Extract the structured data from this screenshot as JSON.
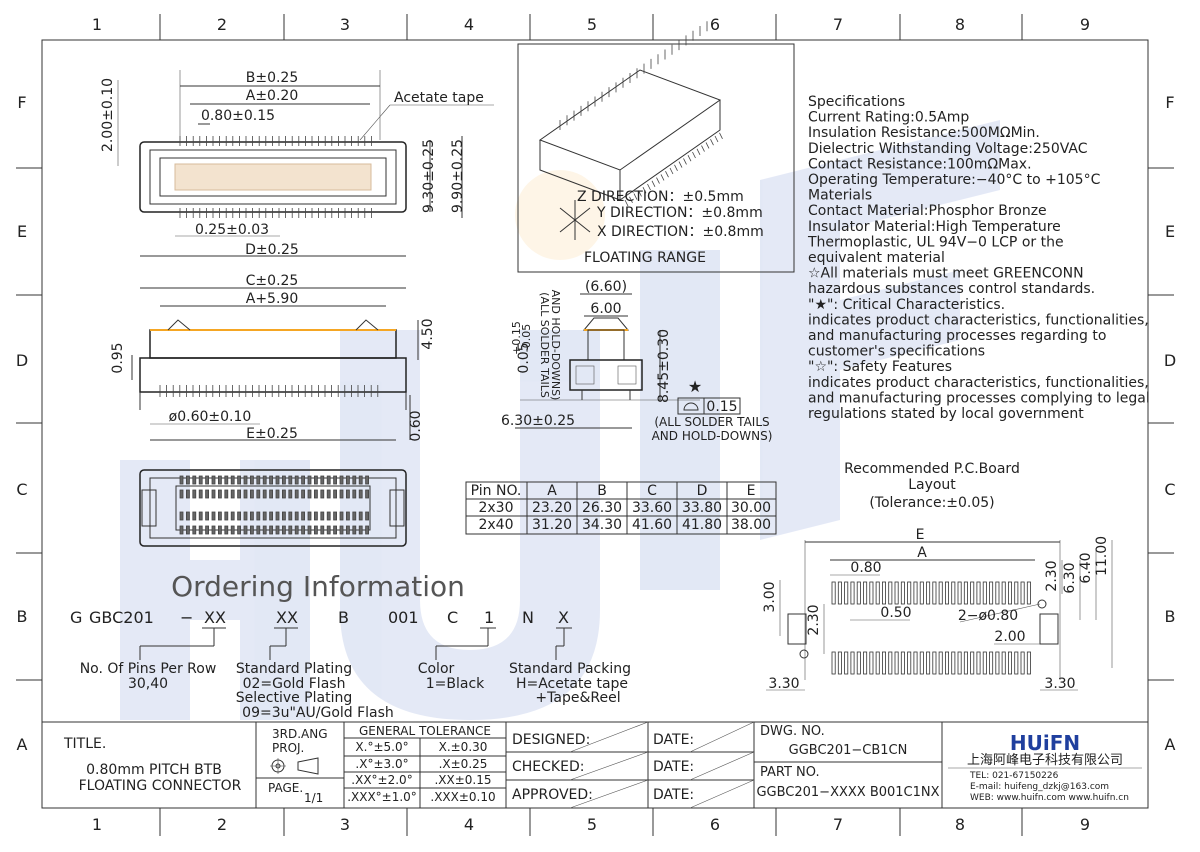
{
  "grid": {
    "cols": [
      "1",
      "2",
      "3",
      "4",
      "5",
      "6",
      "7",
      "8",
      "9"
    ],
    "rows": [
      "F",
      "E",
      "D",
      "C",
      "B",
      "A"
    ]
  },
  "top_view": {
    "dims": [
      "B±0.25",
      "A±0.20",
      "0.80±0.15",
      "Acetate tape",
      "2.00±0.10",
      "9.30±0.25",
      "9.90±0.25",
      "0.25±0.03",
      "D±0.25"
    ]
  },
  "side_view": {
    "dims": [
      "C±0.25",
      "A+5.90",
      "4.50",
      "0.95",
      "ø0.60±0.10",
      "E±0.25",
      "0.60"
    ]
  },
  "floating": {
    "z": "Z DIRECTION：±0.5mm",
    "y": "Y DIRECTION：±0.8mm",
    "x": "X DIRECTION：±0.8mm",
    "caption": "FLOATING RANGE"
  },
  "end_view": {
    "dims": [
      "(6.60)",
      "6.00",
      "8.45±0.30",
      "0.05",
      "+0.15",
      "-0.05",
      "6.30±0.25",
      "0.15"
    ],
    "note_a": "(ALL SOLDER TAILS",
    "note_b": "AND HOLD-DOWNS)",
    "star": "★"
  },
  "specs": [
    "Specifications",
    "Current Rating:0.5Amp",
    "Insulation Resistance:500MΩMin.",
    "Dielectric Withstanding Voltage:250VAC",
    "Contact Resistance:100mΩMax.",
    "Operating Temperature:−40°C to +105°C",
    "Materials",
    "Contact Material:Phosphor Bronze",
    "Insulator Material:High Temperature",
    "Thermoplastic, UL 94V−0 LCP or the",
    "equivalent material",
    "☆All materials must meet GREENCONN",
    "hazardous substances control standards.",
    "\"★\": Critical Characteristics.",
    "indicates product characteristics, functionalities,",
    "and manufacturing processes regarding to",
    "customer's specifications",
    "\"☆\": Safety Features",
    "indicates product characteristics, functionalities,",
    "and manufacturing processes complying to legal",
    "regulations stated by local government"
  ],
  "pin_table": {
    "headers": [
      "Pin NO.",
      "A",
      "B",
      "C",
      "D",
      "E"
    ],
    "rows": [
      [
        "2x30",
        "23.20",
        "26.30",
        "33.60",
        "33.80",
        "30.00"
      ],
      [
        "2x40",
        "31.20",
        "34.30",
        "41.60",
        "41.80",
        "38.00"
      ]
    ]
  },
  "pcb": {
    "title1": "Recommended P.C.Board",
    "title2": "Layout",
    "title3": "(Tolerance:±0.05)",
    "dims": [
      "E",
      "A",
      "0.80",
      "2.30",
      "6.30",
      "6.40",
      "11.00",
      "3.00",
      "2.30",
      "0.50",
      "2−ø0.80",
      "2.00",
      "3.30",
      "3.30"
    ]
  },
  "ordering": {
    "title": "Ordering Information",
    "parts": [
      "G",
      "GBC201",
      "−",
      "XX",
      "XX",
      "B",
      "001",
      "C",
      "1",
      "N",
      "X"
    ],
    "note1_a": "No. Of Pins Per Row",
    "note1_b": "30,40",
    "note2_a": "Standard Plating",
    "note2_b": "02=Gold Flash",
    "note2_c": "Selective Plating",
    "note2_d": "09=3u\"AU/Gold Flash",
    "note3_a": "Color",
    "note3_b": "1=Black",
    "note4_a": "Standard Packing",
    "note4_b": "H=Acetate tape",
    "note4_c": "+Tape&Reel"
  },
  "title_block": {
    "title_label": "TITLE.",
    "title_l1": "0.80mm PITCH BTB",
    "title_l2": "FLOATING CONNECTOR",
    "angle_a": "3RD.ANG",
    "angle_b": "PROJ.",
    "page_label": "PAGE.",
    "page_val": "1/1",
    "tol_header": "GENERAL TOLERANCE",
    "tol": [
      [
        "X.°±5.0°",
        "X.±0.30"
      ],
      [
        ".X°±3.0°",
        ".X±0.25"
      ],
      [
        ".XX°±2.0°",
        ".XX±0.15"
      ],
      [
        ".XXX°±1.0°",
        ".XXX±0.10"
      ]
    ],
    "designed": "DESIGNED:",
    "checked": "CHECKED:",
    "approved": "APPROVED:",
    "date": "DATE:",
    "dwg_label": "DWG. NO.",
    "dwg_val": "GGBC201−CB1CN",
    "part_label": "PART NO.",
    "part_val": "GGBC201−XXXX B001C1NX",
    "brand": "HUiFN",
    "company": "上海阿峰电子科技有限公司",
    "tel": "TEL: 021-67150226",
    "email": "E-mail: huifeng_dzkj@163.com",
    "web": "WEB: www.huifn.com  www.huifn.cn"
  },
  "colors": {
    "watermark": "#2b52b8",
    "accent": "#f5a623"
  }
}
